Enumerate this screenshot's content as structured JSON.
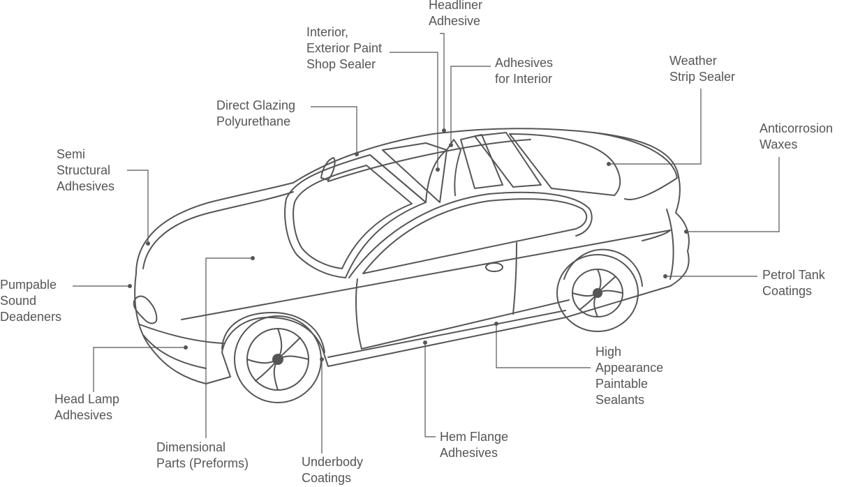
{
  "labels": {
    "headliner": [
      "Headliner",
      "Adhesive"
    ],
    "interior_paint": [
      "Interior,",
      "Exterior Paint",
      "Shop Sealer"
    ],
    "adhesives_interior": [
      "Adhesives",
      "for Interior"
    ],
    "weather_strip": [
      "Weather",
      "Strip Sealer"
    ],
    "anticorrosion": [
      "Anticorrosion",
      "Waxes"
    ],
    "direct_glazing": [
      "Direct Glazing",
      "Polyurethane"
    ],
    "semi_structural": [
      "Semi",
      "Structural",
      "Adhesives"
    ],
    "pumpable": [
      "Pumpable",
      "Sound",
      "Deadeners"
    ],
    "petrol_tank": [
      "Petrol Tank",
      "Coatings"
    ],
    "high_appearance": [
      "High",
      "Appearance",
      "Paintable",
      "Sealants"
    ],
    "head_lamp": [
      "Head Lamp",
      "Adhesives"
    ],
    "dimensional": [
      "Dimensional",
      "Parts (Preforms)"
    ],
    "underbody": [
      "Underbody",
      "Coatings"
    ],
    "hem_flange": [
      "Hem Flange",
      "Adhesives"
    ]
  },
  "colors": {
    "line": "#555555",
    "text": "#555555",
    "background": "#ffffff"
  }
}
